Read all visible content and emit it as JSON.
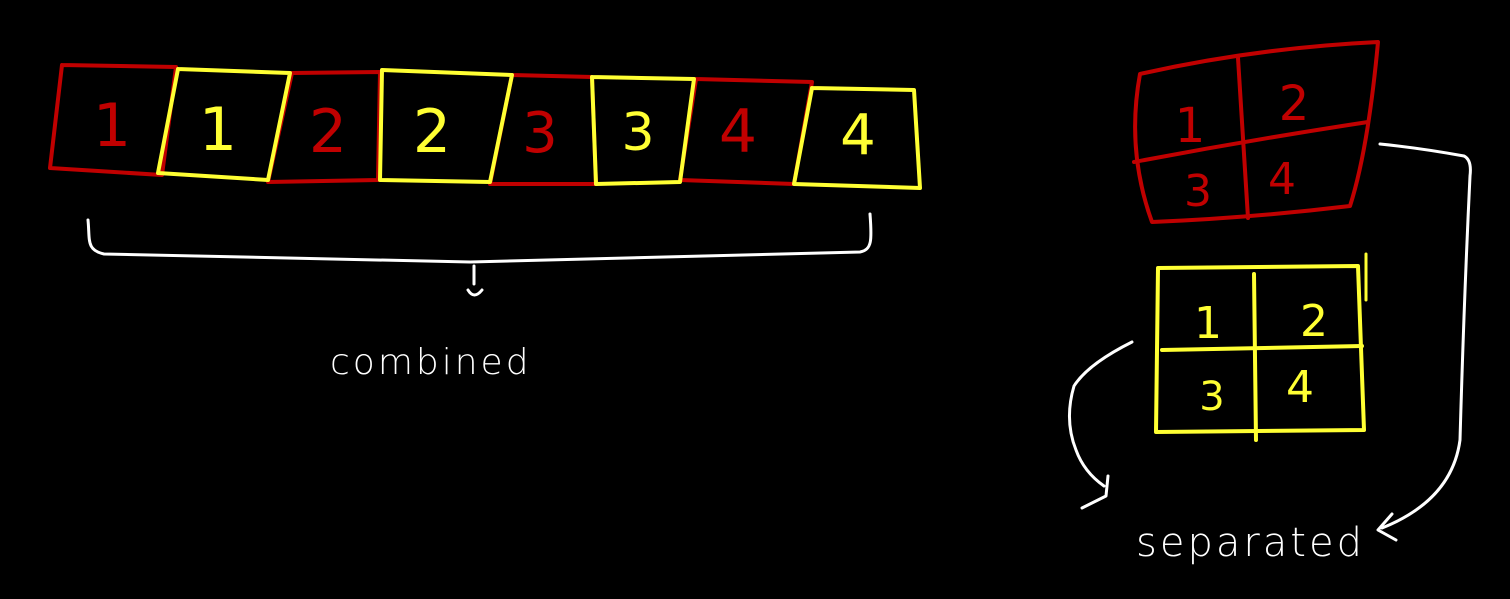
{
  "colors": {
    "background": "#000000",
    "red": "#c00000",
    "yellow": "#ffff33",
    "white": "#ffffff"
  },
  "combined": {
    "label": "combined",
    "cells": [
      {
        "text": "1",
        "color": "red"
      },
      {
        "text": "1",
        "color": "yellow"
      },
      {
        "text": "2",
        "color": "red"
      },
      {
        "text": "2",
        "color": "yellow"
      },
      {
        "text": "3",
        "color": "red"
      },
      {
        "text": "3",
        "color": "yellow"
      },
      {
        "text": "4",
        "color": "red"
      },
      {
        "text": "4",
        "color": "yellow"
      }
    ]
  },
  "separated": {
    "label": "separated",
    "red_grid": {
      "color": "red",
      "cells": [
        "1",
        "2",
        "3",
        "4"
      ]
    },
    "yellow_grid": {
      "color": "yellow",
      "cells": [
        "1",
        "2",
        "3",
        "4"
      ]
    }
  }
}
